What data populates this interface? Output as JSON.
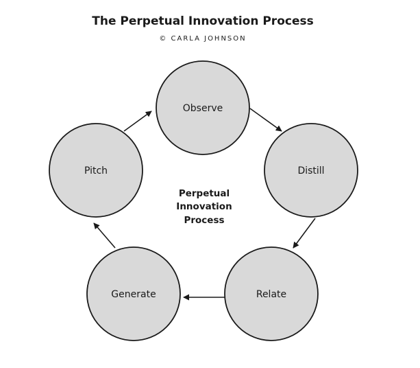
{
  "title": "The Perpetual Innovation Process",
  "subtitle": "© CARLA JOHNSON",
  "center_label": [
    "Perpetual",
    "Innovation",
    "Process"
  ],
  "nodes": [
    {
      "id": "observe",
      "label": "Observe"
    },
    {
      "id": "distill",
      "label": "Distill"
    },
    {
      "id": "relate",
      "label": "Relate"
    },
    {
      "id": "generate",
      "label": "Generate"
    },
    {
      "id": "pitch",
      "label": "Pitch"
    }
  ],
  "edges": [
    {
      "from": "observe",
      "to": "distill"
    },
    {
      "from": "distill",
      "to": "relate"
    },
    {
      "from": "relate",
      "to": "generate"
    },
    {
      "from": "generate",
      "to": "pitch"
    },
    {
      "from": "pitch",
      "to": "observe"
    }
  ],
  "colors": {
    "node_fill": "#d9d9d9",
    "stroke": "#1a1a1a",
    "background": "#ffffff"
  }
}
